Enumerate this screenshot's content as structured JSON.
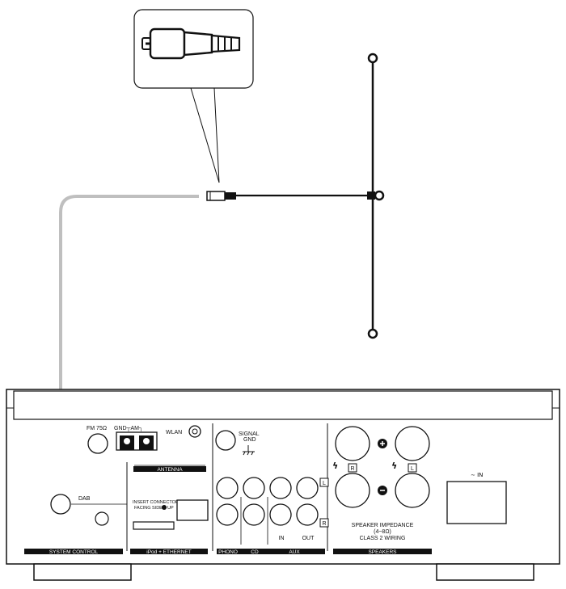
{
  "labels": {
    "fm": "FM 75Ω",
    "gnd_am": "GND┬AM┐",
    "wlan": "WLAN",
    "signal_gnd": "SIGNAL",
    "signal_gnd2": "GND",
    "antenna": "ANTENNA",
    "dab": "DAB",
    "insert1": "INSERT CONNECTOR",
    "insert2": "FACING SIDE",
    "insert3": "UP",
    "ipod": "iPod + ETHERNET",
    "system_control": "SYSTEM CONTROL",
    "phono": "PHONO",
    "cd": "CD",
    "aux": "AUX",
    "in": "IN",
    "out": "OUT",
    "l": "L",
    "r": "R",
    "speakers": "SPEAKERS",
    "impedance1": "SPEAKER IMPEDANCE",
    "impedance2": "(4~8Ω)",
    "impedance3": "CLASS 2 WIRING",
    "ac_in": "∼ IN",
    "plus": "+",
    "minus": "−",
    "lightning": "ϟ"
  },
  "colors": {
    "line": "#111111",
    "cable_gray": "#bfbfbf",
    "panel_fill": "#ffffff"
  }
}
